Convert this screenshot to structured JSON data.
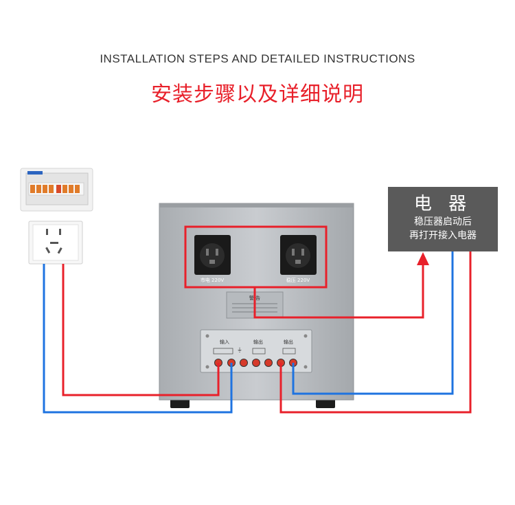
{
  "header": {
    "title_en": "INSTALLATION STEPS AND DETAILED INSTRUCTIONS",
    "title_cn": "安装步骤以及详细说明"
  },
  "appliance_box": {
    "title": "电 器",
    "line1": "稳压器启动后",
    "line2": "再打开接入电器"
  },
  "regulator": {
    "outlet_left_label": "市电 220V",
    "outlet_right_label": "稳压 220V",
    "warning_title": "警 告",
    "terminal_input_label": "输入",
    "terminal_output_label": "输出"
  },
  "colors": {
    "title_red": "#e8202a",
    "wire_red": "#e8202a",
    "wire_blue": "#1e73e0",
    "highlight_red": "#e8202a",
    "cabinet": "#bfc3c7",
    "box_bg": "#5a5a5a"
  }
}
